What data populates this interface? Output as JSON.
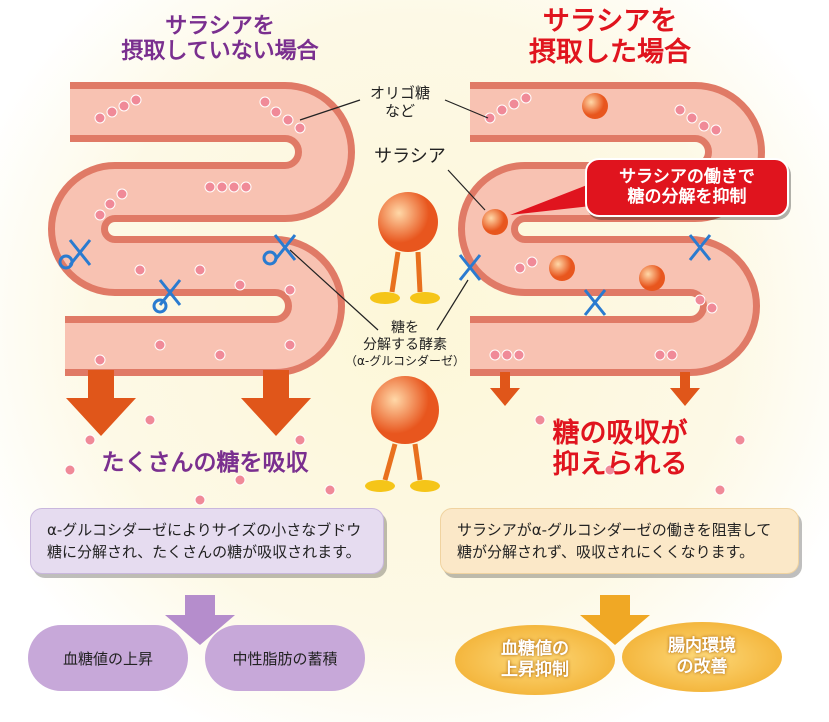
{
  "left": {
    "title_line1": "サラシアを",
    "title_line2": "摂取していない場合",
    "result": "たくさんの糖を吸収",
    "explanation": "α-グルコシダーゼによりサイズの小さなブドウ糖に分解され、たくさんの糖が吸収されます。",
    "outcomes": [
      "血糖値の上昇",
      "中性脂肪の蓄積"
    ]
  },
  "right": {
    "title_line1": "サラシアを",
    "title_line2": "摂取した場合",
    "result_line1": "糖の吸収が",
    "result_line2": "抑えられる",
    "callout_line1": "サラシアの働きで",
    "callout_line2": "糖の分解を抑制",
    "explanation": "サラシアがα-グルコシダーゼの働きを阻害して糖が分解されず、吸収されにくくなります。",
    "outcomes": [
      {
        "line1": "血糖値の",
        "line2": "上昇抑制"
      },
      {
        "line1": "腸内環境",
        "line2": "の改善"
      }
    ]
  },
  "labels": {
    "oligo_line1": "オリゴ糖",
    "oligo_line2": "など",
    "salacia": "サラシア",
    "enzyme_line1": "糖を",
    "enzyme_line2": "分解する酵素",
    "enzyme_line3": "（α-グルコシダーゼ）"
  },
  "colors": {
    "purple": "#7a2f8f",
    "red": "#e0141e",
    "arrow": "#e0561a",
    "intestine": "#f4b3a2",
    "intestine_edge": "#e07a66"
  }
}
